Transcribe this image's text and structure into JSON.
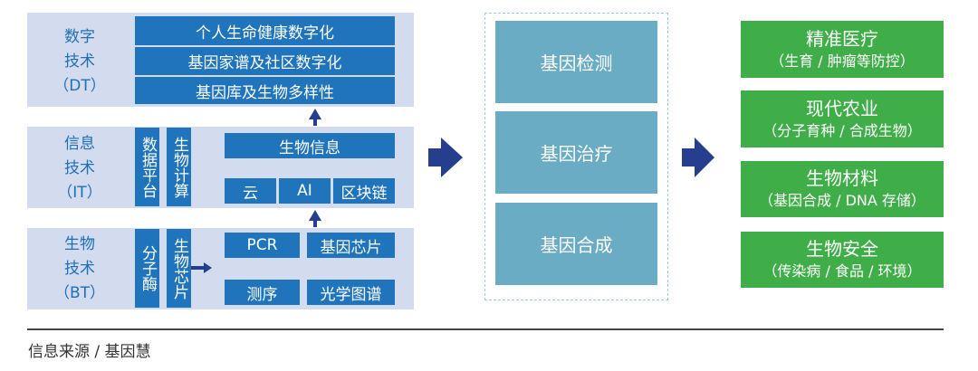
{
  "layers": {
    "dt": {
      "label": [
        "数字",
        "技术",
        "（DT）"
      ],
      "rows": [
        "个人生命健康数字化",
        "基因家谱及社区数字化",
        "基因库及生物多样性"
      ]
    },
    "it": {
      "label": [
        "信息",
        "技术",
        "（IT）"
      ],
      "vertical": [
        "数据平台",
        "生物计算"
      ],
      "top": "生物信息",
      "bottom": [
        "云",
        "AI",
        "区块链"
      ]
    },
    "bt": {
      "label": [
        "生物",
        "技术",
        "（BT）"
      ],
      "vertical": [
        "分子酶",
        "生物芯片"
      ],
      "items": [
        "PCR",
        "基因芯片",
        "测序",
        "光学图谱"
      ]
    }
  },
  "middle": [
    "基因检测",
    "基因治疗",
    "基因合成"
  ],
  "applications": [
    {
      "title": "精准医疗",
      "sub": "（生育 / 肿瘤等防控）"
    },
    {
      "title": "现代农业",
      "sub": "（分子育种 / 合成生物）"
    },
    {
      "title": "生物材料",
      "sub": "（基因合成 / DNA 存储）"
    },
    {
      "title": "生物安全",
      "sub": "（传染病 / 食品 / 环境）"
    }
  ],
  "source": "信息来源 / 基因慧",
  "colors": {
    "panel": "#d3dbef",
    "blue": "#1f74bb",
    "teal": "#69acc4",
    "green": "#3fae49",
    "arrow": "#253f8e"
  }
}
